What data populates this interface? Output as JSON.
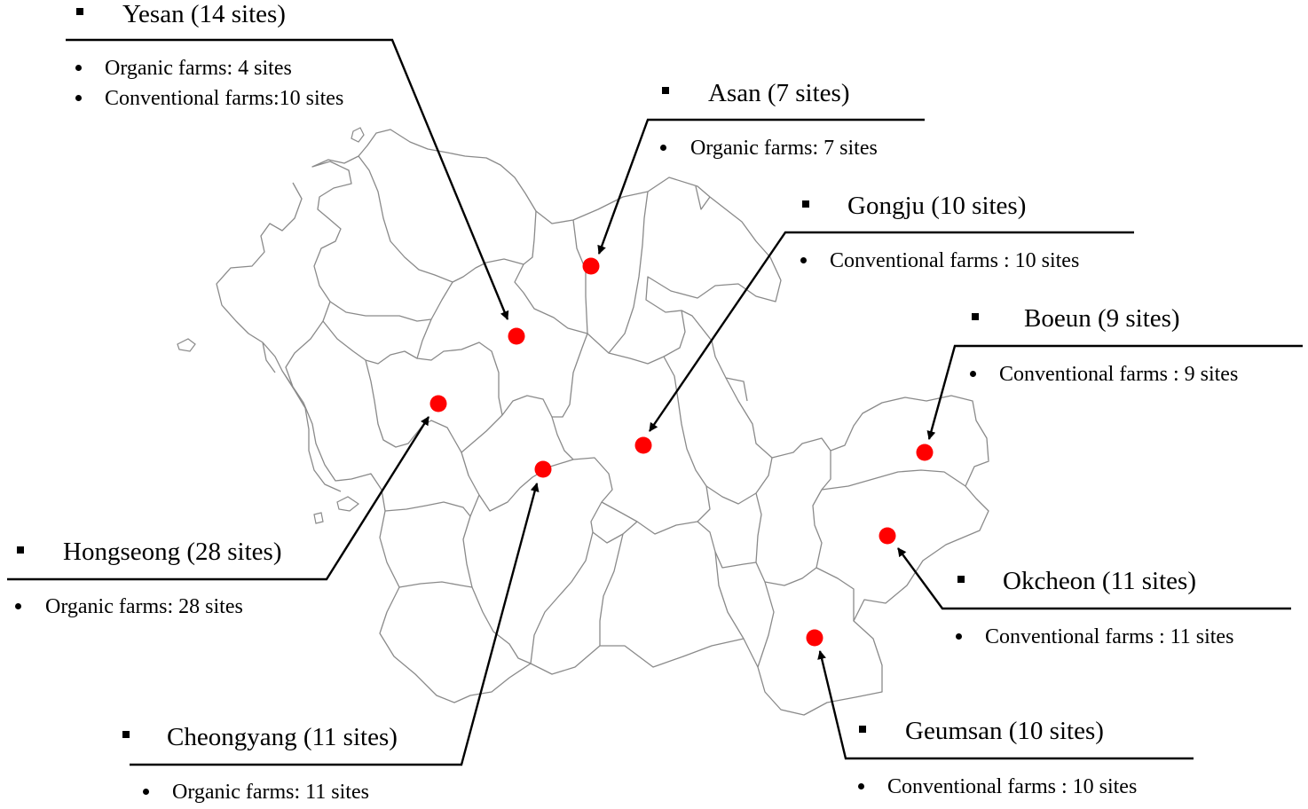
{
  "map": {
    "region_outline_color": "#8a8a8a",
    "site_marker_color": "#ff0000",
    "leader_line_color": "#000000"
  },
  "regions": [
    {
      "key": "yesan",
      "title": "Yesan (14 sites)",
      "details": [
        "Organic farms: 4 sites",
        "Conventional farms:10 sites"
      ]
    },
    {
      "key": "asan",
      "title": "Asan (7 sites)",
      "details": [
        "Organic farms: 7 sites"
      ]
    },
    {
      "key": "gongju",
      "title": "Gongju (10 sites)",
      "details": [
        "Conventional farms : 10 sites"
      ]
    },
    {
      "key": "boeun",
      "title": "Boeun (9 sites)",
      "details": [
        "Conventional farms : 9 sites"
      ]
    },
    {
      "key": "hongseong",
      "title": "Hongseong (28 sites)",
      "details": [
        "Organic farms: 28 sites"
      ]
    },
    {
      "key": "okcheon",
      "title": "Okcheon (11 sites)",
      "details": [
        "Conventional farms : 11 sites"
      ]
    },
    {
      "key": "cheongyang",
      "title": "Cheongyang (11 sites)",
      "details": [
        "Organic farms: 11 sites"
      ]
    },
    {
      "key": "geumsan",
      "title": "Geumsan (10 sites)",
      "details": [
        "Conventional farms : 10 sites"
      ]
    }
  ]
}
